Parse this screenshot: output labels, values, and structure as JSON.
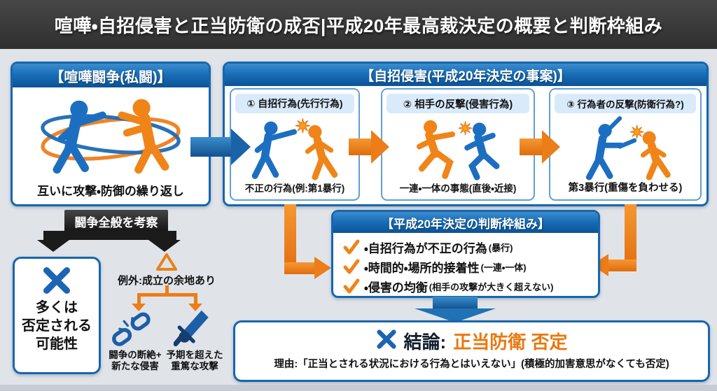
{
  "title": "喧嘩・自招侵害と正当防衛の成否|平成20年最高裁決定の概要と判断枠組み",
  "colors": {
    "accent_blue": "#1c6ab4",
    "accent_orange": "#ec7d18",
    "panel_border": "#1666ae",
    "header_gradient_top": "#3b8ccc",
    "header_gradient_bottom": "#0b5397",
    "title_bar": "#3a3a3a"
  },
  "icons": {
    "x-mark-icon": "✕",
    "check-icon": "✓",
    "warning-triangle-icon": "△",
    "fight-swirl-icon": "two figures fighting in a circle",
    "punch-icon": "figure punching another",
    "chase-icon": "figure chasing another",
    "beat-icon": "figure striking with sticks",
    "broken-chain-icon": "broken chain",
    "sword-icon": "sword attack"
  },
  "left_panel": {
    "header": "【喧嘩闘争(私闘)】",
    "caption": "互いに攻撃・防御の繰り返し",
    "consider_label": "闘争全般を考察",
    "denial": {
      "lines": [
        "多くは",
        "否定される",
        "可能性"
      ]
    },
    "exception": {
      "label": "例外:成立の余地あり",
      "items": [
        {
          "icon": "broken-chain-icon",
          "lines": [
            "闘争の断絶+",
            "新たな侵害"
          ]
        },
        {
          "icon": "sword-icon",
          "lines": [
            "予期を超えた",
            "重篤な攻撃"
          ]
        }
      ]
    }
  },
  "right_panel": {
    "header": "【自招侵害(平成20年決定の事案)】",
    "steps": [
      {
        "title": "① 自招行為(先行行為)",
        "caption": "不正の行為(例:第1暴行)"
      },
      {
        "title": "② 相手の反撃(侵害行為)",
        "caption": "一連・一体の事態(直後・近接)"
      },
      {
        "title": "③ 行為者の反撃(防衛行為?)",
        "caption": "第3暴行(重傷を負わせる)"
      }
    ]
  },
  "framework": {
    "header": "【平成20年決定の判断枠組み】",
    "items": [
      {
        "main": "・自招行為が不正の行為",
        "note": "(暴行)"
      },
      {
        "main": "・時間的・場所的接着性",
        "note": "(一連・一体)"
      },
      {
        "main": "・侵害の均衡",
        "note": "(相手の攻撃が大きく超えない)"
      }
    ]
  },
  "conclusion": {
    "label": "結論:",
    "result": "正当防衛 否定",
    "reason": "理由:「正当とされる状況における行為とはいえない」(積極的加害意思がなくても否定)"
  }
}
